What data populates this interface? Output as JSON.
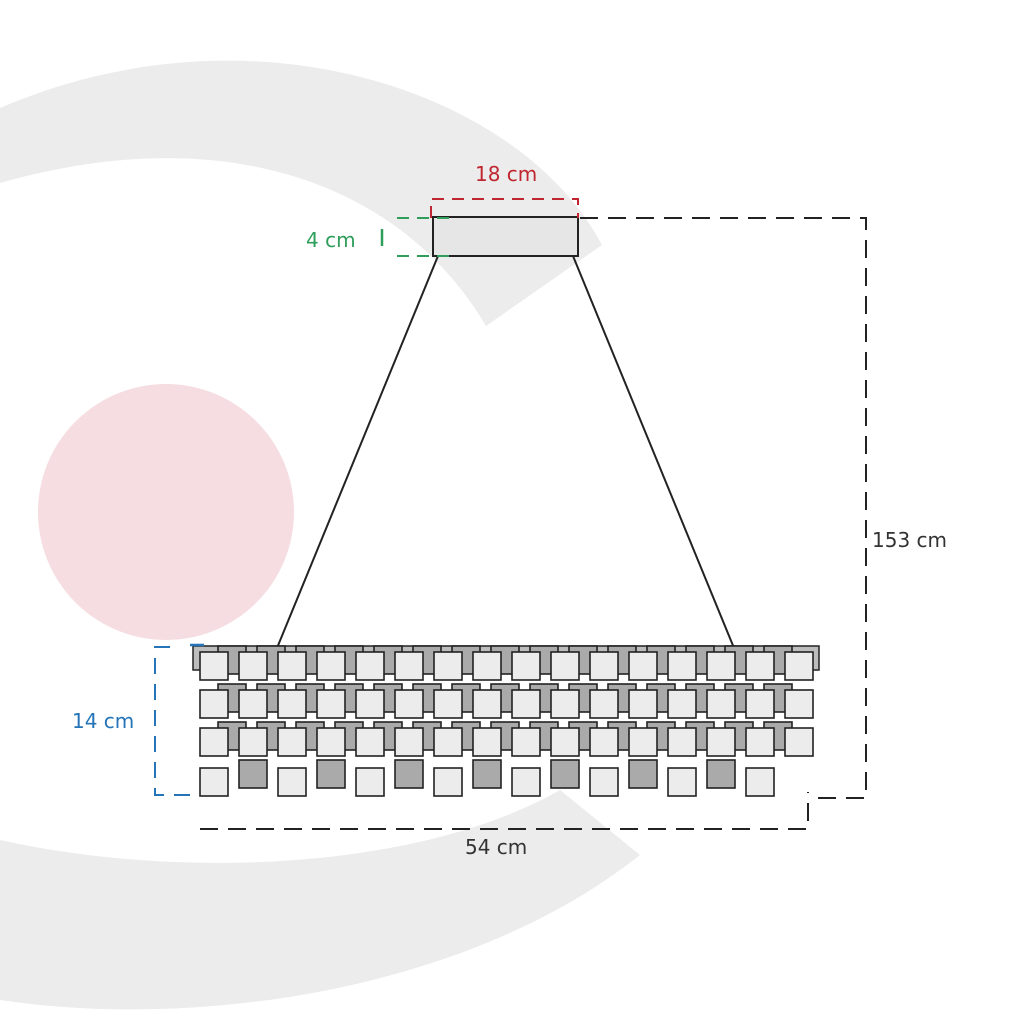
{
  "dimensions": {
    "canopy_width": "18 cm",
    "canopy_height": "4 cm",
    "overall_height": "153 cm",
    "body_height": "14 cm",
    "body_width": "54 cm"
  },
  "colors": {
    "canopy_width_color": "#c0262f",
    "canopy_height_color": "#2e9e5a",
    "body_height_color": "#2674b8",
    "dimension_line_color": "#222222",
    "background_ring_color": "#ececec",
    "background_circle_color": "#f5dde1",
    "crystal_light": "#ececec",
    "crystal_dark": "#aaaaaa"
  }
}
